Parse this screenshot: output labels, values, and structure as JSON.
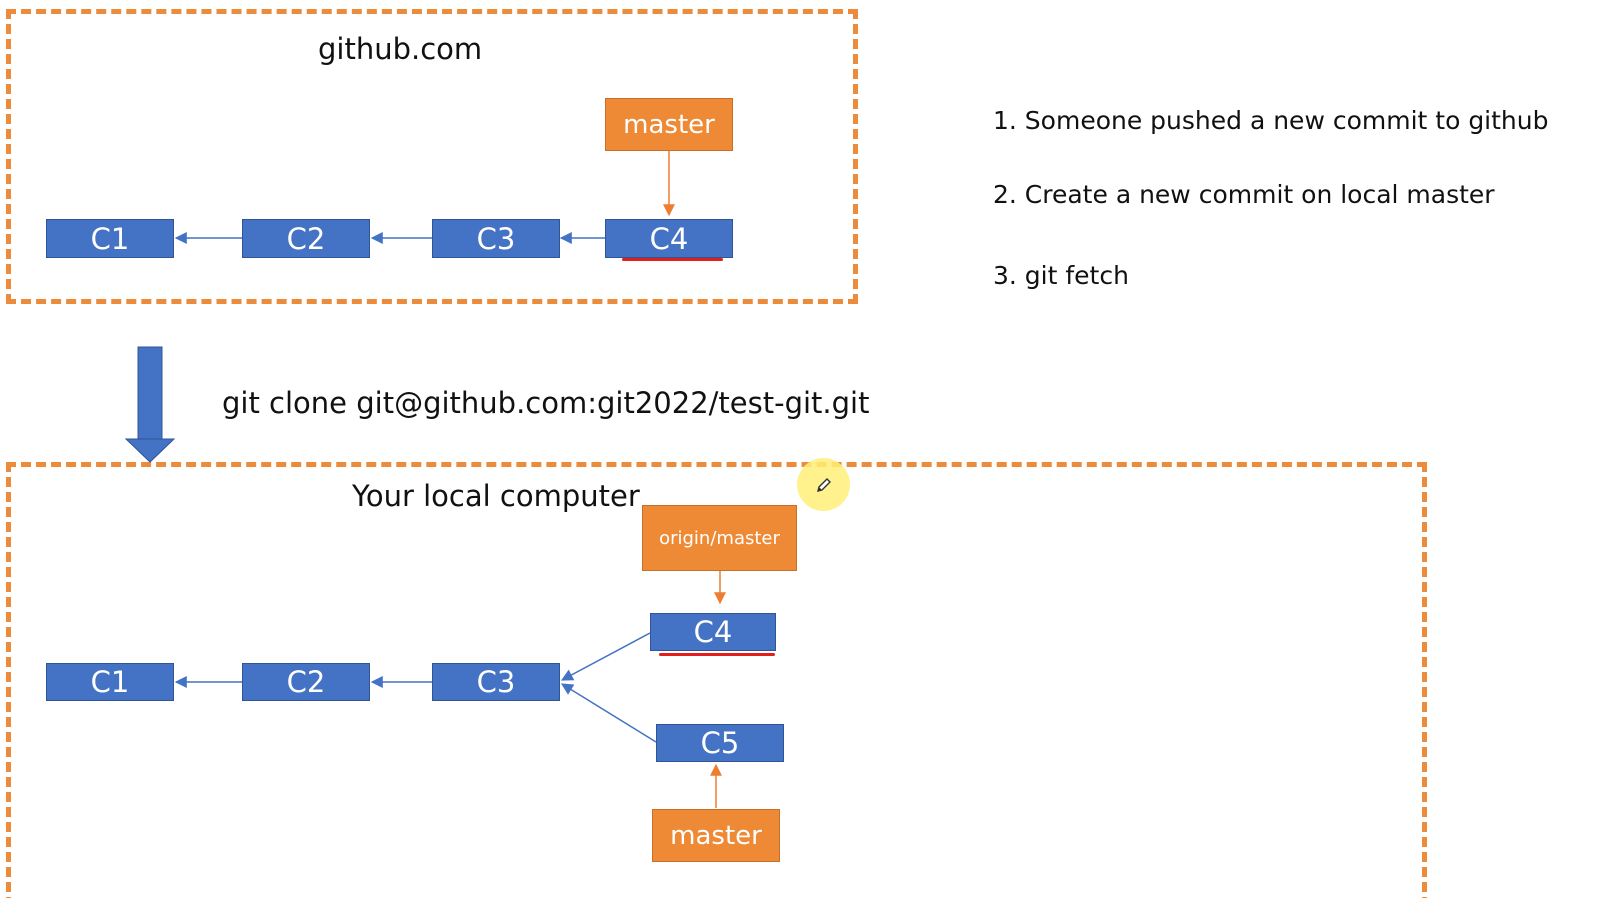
{
  "remote": {
    "title": "github.com",
    "commits": [
      "C1",
      "C2",
      "C3",
      "C4"
    ],
    "branch": "master"
  },
  "clone_command": "git clone git@github.com:git2022/test-git.git",
  "local": {
    "title": "Your local computer",
    "commits": [
      "C1",
      "C2",
      "C3",
      "C4",
      "C5"
    ],
    "remote_branch": "origin/master",
    "branch": "master"
  },
  "steps": [
    "1. Someone pushed a new commit to github",
    "2.  Create a new commit on local master",
    "3.  git fetch"
  ],
  "colors": {
    "commit_fill": "#4472c4",
    "branch_fill": "#ee8a35",
    "dashed_border": "#ed8b3c",
    "connector": "#4472c4",
    "branch_pointer": "#ed7d31",
    "highlight_underline": "#e0201f",
    "cursor_highlight": "#fff078"
  },
  "icons": {
    "down_arrow": "large-down-arrow-icon",
    "cursor": "pencil-cursor-icon"
  }
}
